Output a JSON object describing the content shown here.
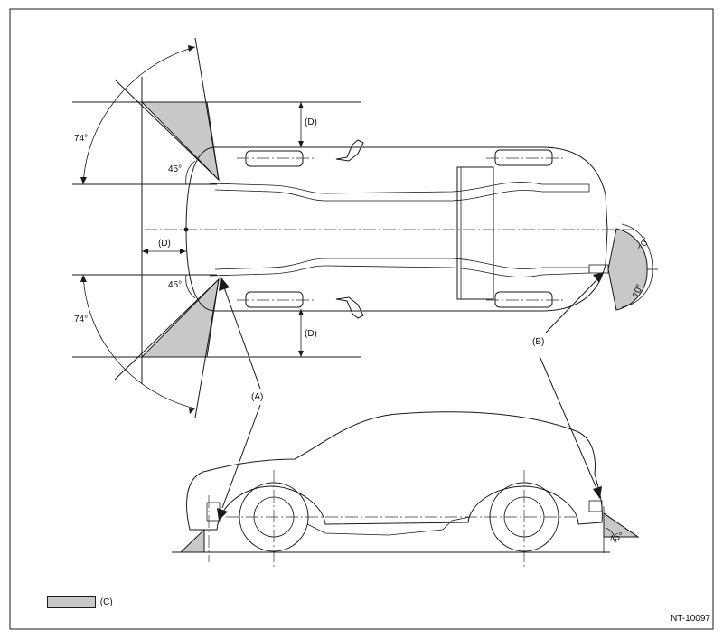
{
  "colors": {
    "detection_area": "#c8c8c8",
    "line": "#1a1a1a",
    "background": "#ffffff"
  },
  "labels": {
    "sensor_a": "(A)",
    "sensor_b": "(B)",
    "distance_d": "(D)",
    "angle_74": "74°",
    "angle_45": "45°",
    "angle_70": "70°"
  },
  "legend": {
    "detection_area_label": ":(C)"
  },
  "figure_id": "NT-10097"
}
